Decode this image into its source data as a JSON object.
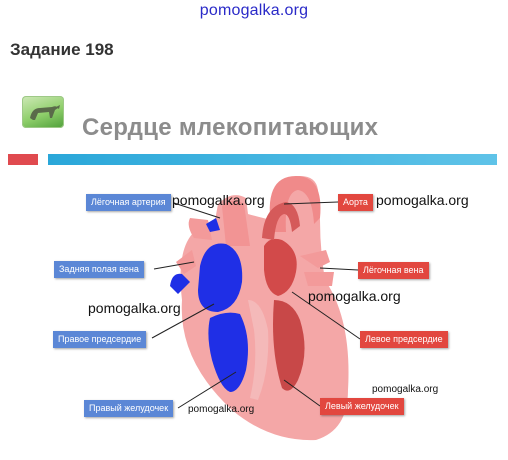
{
  "watermark": {
    "site": "pomogalka.org"
  },
  "task": {
    "title": "Задание 198"
  },
  "slide": {
    "title": "Сердце млекопитающих",
    "labels": {
      "pulmonary_artery": "Лёгочная артерия",
      "aorta": "Аорта",
      "vena_cava": "Задняя полая вена",
      "pulmonary_vein": "Лёгочная вена",
      "right_atrium": "Правое предсердие",
      "left_atrium": "Левое предсердие",
      "right_ventricle": "Правый желудочек",
      "left_ventricle": "Левый желудочек"
    }
  },
  "colors": {
    "oxygen_poor": "#1f2fe6",
    "oxygen_rich": "#d24a4a",
    "heart_tissue": "#f4a0a0",
    "label_blue": "#5b87d6",
    "label_red": "#e2473f"
  }
}
